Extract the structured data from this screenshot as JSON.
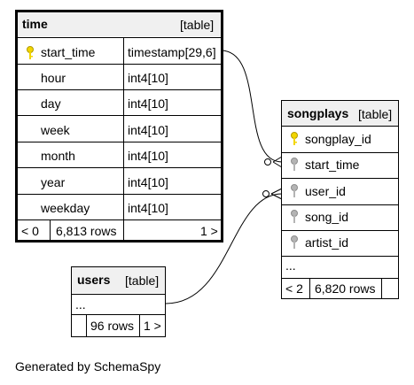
{
  "tables": {
    "time": {
      "name": "time",
      "kind": "[table]",
      "columns": [
        {
          "name": "start_time",
          "type": "timestamp[29,6]",
          "key": "primary"
        },
        {
          "name": "hour",
          "type": "int4[10]"
        },
        {
          "name": "day",
          "type": "int4[10]"
        },
        {
          "name": "week",
          "type": "int4[10]"
        },
        {
          "name": "month",
          "type": "int4[10]"
        },
        {
          "name": "year",
          "type": "int4[10]"
        },
        {
          "name": "weekday",
          "type": "int4[10]"
        }
      ],
      "parents": "< 0",
      "rows": "6,813 rows",
      "children": "1 >"
    },
    "songplays": {
      "name": "songplays",
      "kind": "[table]",
      "columns": [
        {
          "name": "songplay_id",
          "key": "primary"
        },
        {
          "name": "start_time",
          "key": "foreign"
        },
        {
          "name": "user_id",
          "key": "foreign"
        },
        {
          "name": "song_id",
          "key": "foreign"
        },
        {
          "name": "artist_id",
          "key": "foreign"
        }
      ],
      "ellipsis": "...",
      "parents": "< 2",
      "rows": "6,820 rows"
    },
    "users": {
      "name": "users",
      "kind": "[table]",
      "ellipsis": "...",
      "rows": "96 rows",
      "children": "1 >"
    }
  },
  "colors": {
    "header_bg": "#f0f0f0",
    "primary_key": "#f2d600",
    "foreign_key": "#b4b4b4"
  },
  "footer": "Generated by SchemaSpy"
}
